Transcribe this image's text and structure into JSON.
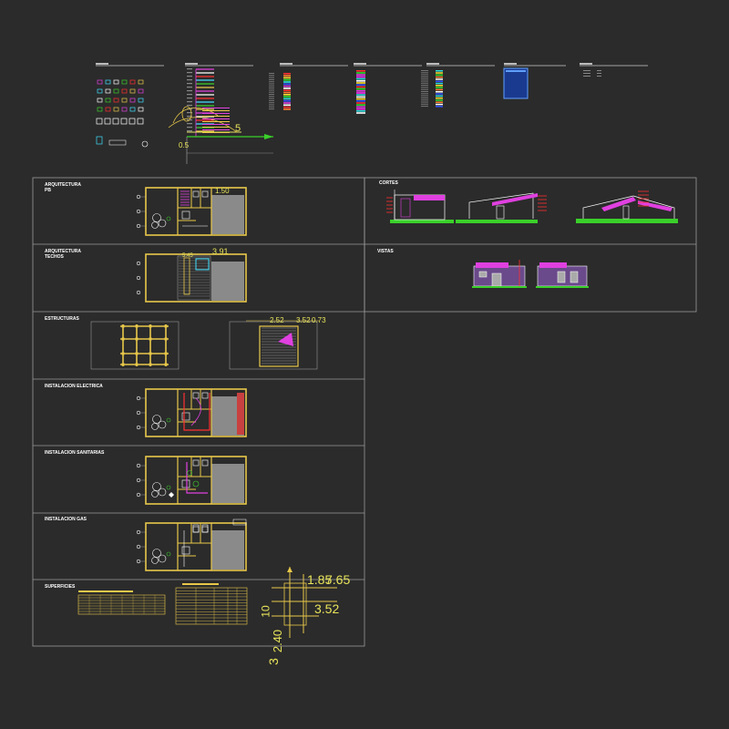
{
  "colors": {
    "background": "#2b2b2b",
    "frame": "#9a9a9a",
    "wall": "#e8c84a",
    "wall_thin": "#e0e060",
    "magenta": "#e040e0",
    "red": "#ff3030",
    "cyan": "#40e0ff",
    "green": "#3ad02a",
    "blue": "#3050ff",
    "white": "#ffffff",
    "gray_fill": "#8a8a8a"
  },
  "legend_strip": {
    "titles": [
      "",
      "",
      "",
      "",
      "",
      "",
      ""
    ]
  },
  "sheets": {
    "arquitectura_pb": "ARQUITECTURA\nPB",
    "arquitectura_techos": "ARQUITECTURA\nTECHOS",
    "estructuras": "ESTRUCTURAS",
    "instalacion_electrica": "INSTALACION ELECTRICA",
    "instalacion_sanitarias": "INSTALACION SANITARIAS",
    "instalacion_gas": "INSTALACION GAS",
    "superficies": "SUPERFICIES",
    "cortes": "CORTES",
    "vistas": "VISTAS"
  },
  "dimensions": {
    "techos_a": "3.91",
    "techos_b": "5.45",
    "estructuras_a": "2.52",
    "estructuras_b": "3.52",
    "estructuras_c": "0.73",
    "legend_a": "0.5",
    "legend_b": "5",
    "pb_a": "1.50",
    "sup_a": "7.65",
    "sup_b": "1.85",
    "sup_c": "3.52",
    "sup_d": "2.40",
    "sup_e": "3",
    "sup_f": "10"
  },
  "tables": {
    "superficies_left_title": "",
    "superficies_right_title": ""
  }
}
